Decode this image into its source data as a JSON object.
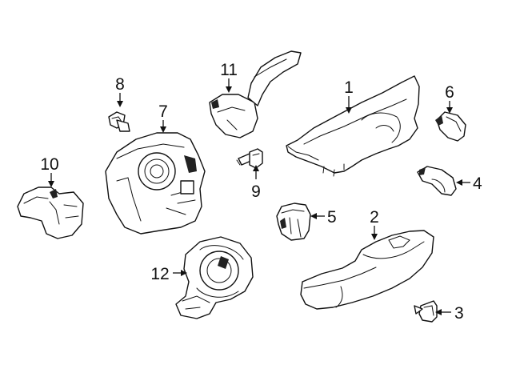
{
  "diagram": {
    "callouts": [
      {
        "id": "1",
        "label": "1"
      },
      {
        "id": "2",
        "label": "2"
      },
      {
        "id": "3",
        "label": "3"
      },
      {
        "id": "4",
        "label": "4"
      },
      {
        "id": "5",
        "label": "5"
      },
      {
        "id": "6",
        "label": "6"
      },
      {
        "id": "7",
        "label": "7"
      },
      {
        "id": "8",
        "label": "8"
      },
      {
        "id": "9",
        "label": "9"
      },
      {
        "id": "10",
        "label": "10"
      },
      {
        "id": "11",
        "label": "11"
      },
      {
        "id": "12",
        "label": "12"
      }
    ],
    "line_color": "#111111",
    "background": "#ffffff"
  }
}
